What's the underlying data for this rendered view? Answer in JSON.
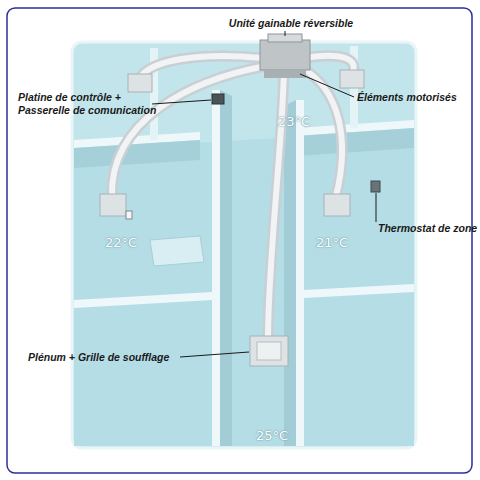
{
  "diagram": {
    "labels": [
      "Unité gainable réversible",
      "Platine de contrôle + Passerelle de comunication",
      "Éléments motorisés",
      "23°C",
      "22°C",
      "21°C",
      "Thermostat de zone",
      "Plénum + Grille de soufflage",
      "25°C"
    ]
  }
}
